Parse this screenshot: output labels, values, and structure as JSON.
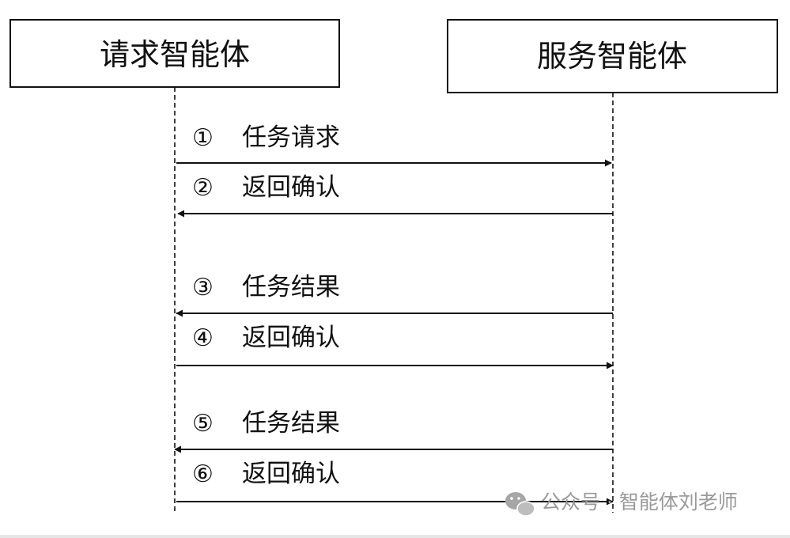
{
  "actors": {
    "requester": {
      "label": "请求智能体"
    },
    "provider": {
      "label": "服务智能体"
    }
  },
  "messages": [
    {
      "num": "①",
      "label": "任务请求",
      "from": "requester",
      "to": "provider"
    },
    {
      "num": "②",
      "label": "返回确认",
      "from": "provider",
      "to": "requester"
    },
    {
      "num": "③",
      "label": "任务结果",
      "from": "provider",
      "to": "requester"
    },
    {
      "num": "④",
      "label": "返回确认",
      "from": "requester",
      "to": "provider"
    },
    {
      "num": "⑤",
      "label": "任务结果",
      "from": "provider",
      "to": "requester"
    },
    {
      "num": "⑥",
      "label": "返回确认",
      "from": "requester",
      "to": "provider"
    }
  ],
  "watermark": {
    "text": "公众号 · 智能体刘老师",
    "icon": "wechat-icon"
  },
  "colors": {
    "line": "#111111",
    "watermark": "#9a9a9a",
    "background": "#ffffff"
  }
}
